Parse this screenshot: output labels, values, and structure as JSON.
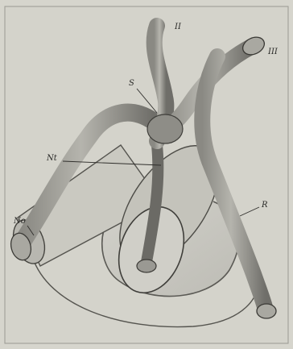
{
  "figure": {
    "labels": {
      "two": "II",
      "three": "III",
      "s": "S",
      "nt": "Nt",
      "r": "R",
      "no": "No"
    }
  }
}
